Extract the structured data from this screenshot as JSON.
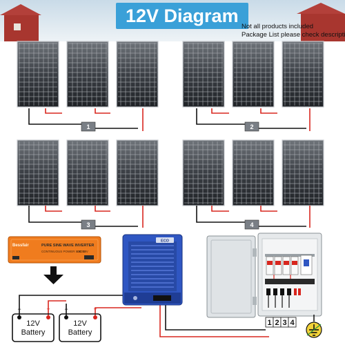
{
  "header": {
    "title": "12V Diagram",
    "note_line1": "Not all products included",
    "note_line2": "Package List please check descriptions"
  },
  "groups": [
    {
      "label": "1",
      "panel_count": 3
    },
    {
      "label": "2",
      "panel_count": 3
    },
    {
      "label": "3",
      "panel_count": 3
    },
    {
      "label": "4",
      "panel_count": 3
    }
  ],
  "inverter": {
    "brand": "Bessfair",
    "title": "PURE SINE WAVE INVERTER",
    "subtitle": "CONTINUOUS POWER 5000W",
    "rating": "DC 12V"
  },
  "controller": {
    "brand": "ECO"
  },
  "combiner": {
    "terminals": [
      "1",
      "2",
      "3",
      "4"
    ]
  },
  "batteries": [
    {
      "line1": "12V",
      "line2": "Battery"
    },
    {
      "line1": "12V",
      "line2": "Battery"
    }
  ],
  "colors": {
    "banner": "#3aa0d8",
    "positive_wire": "#d8261e",
    "negative_wire": "#111111",
    "inverter": "#f07c1e",
    "controller": "#2f56c2",
    "ground": "#2f9a3a"
  }
}
